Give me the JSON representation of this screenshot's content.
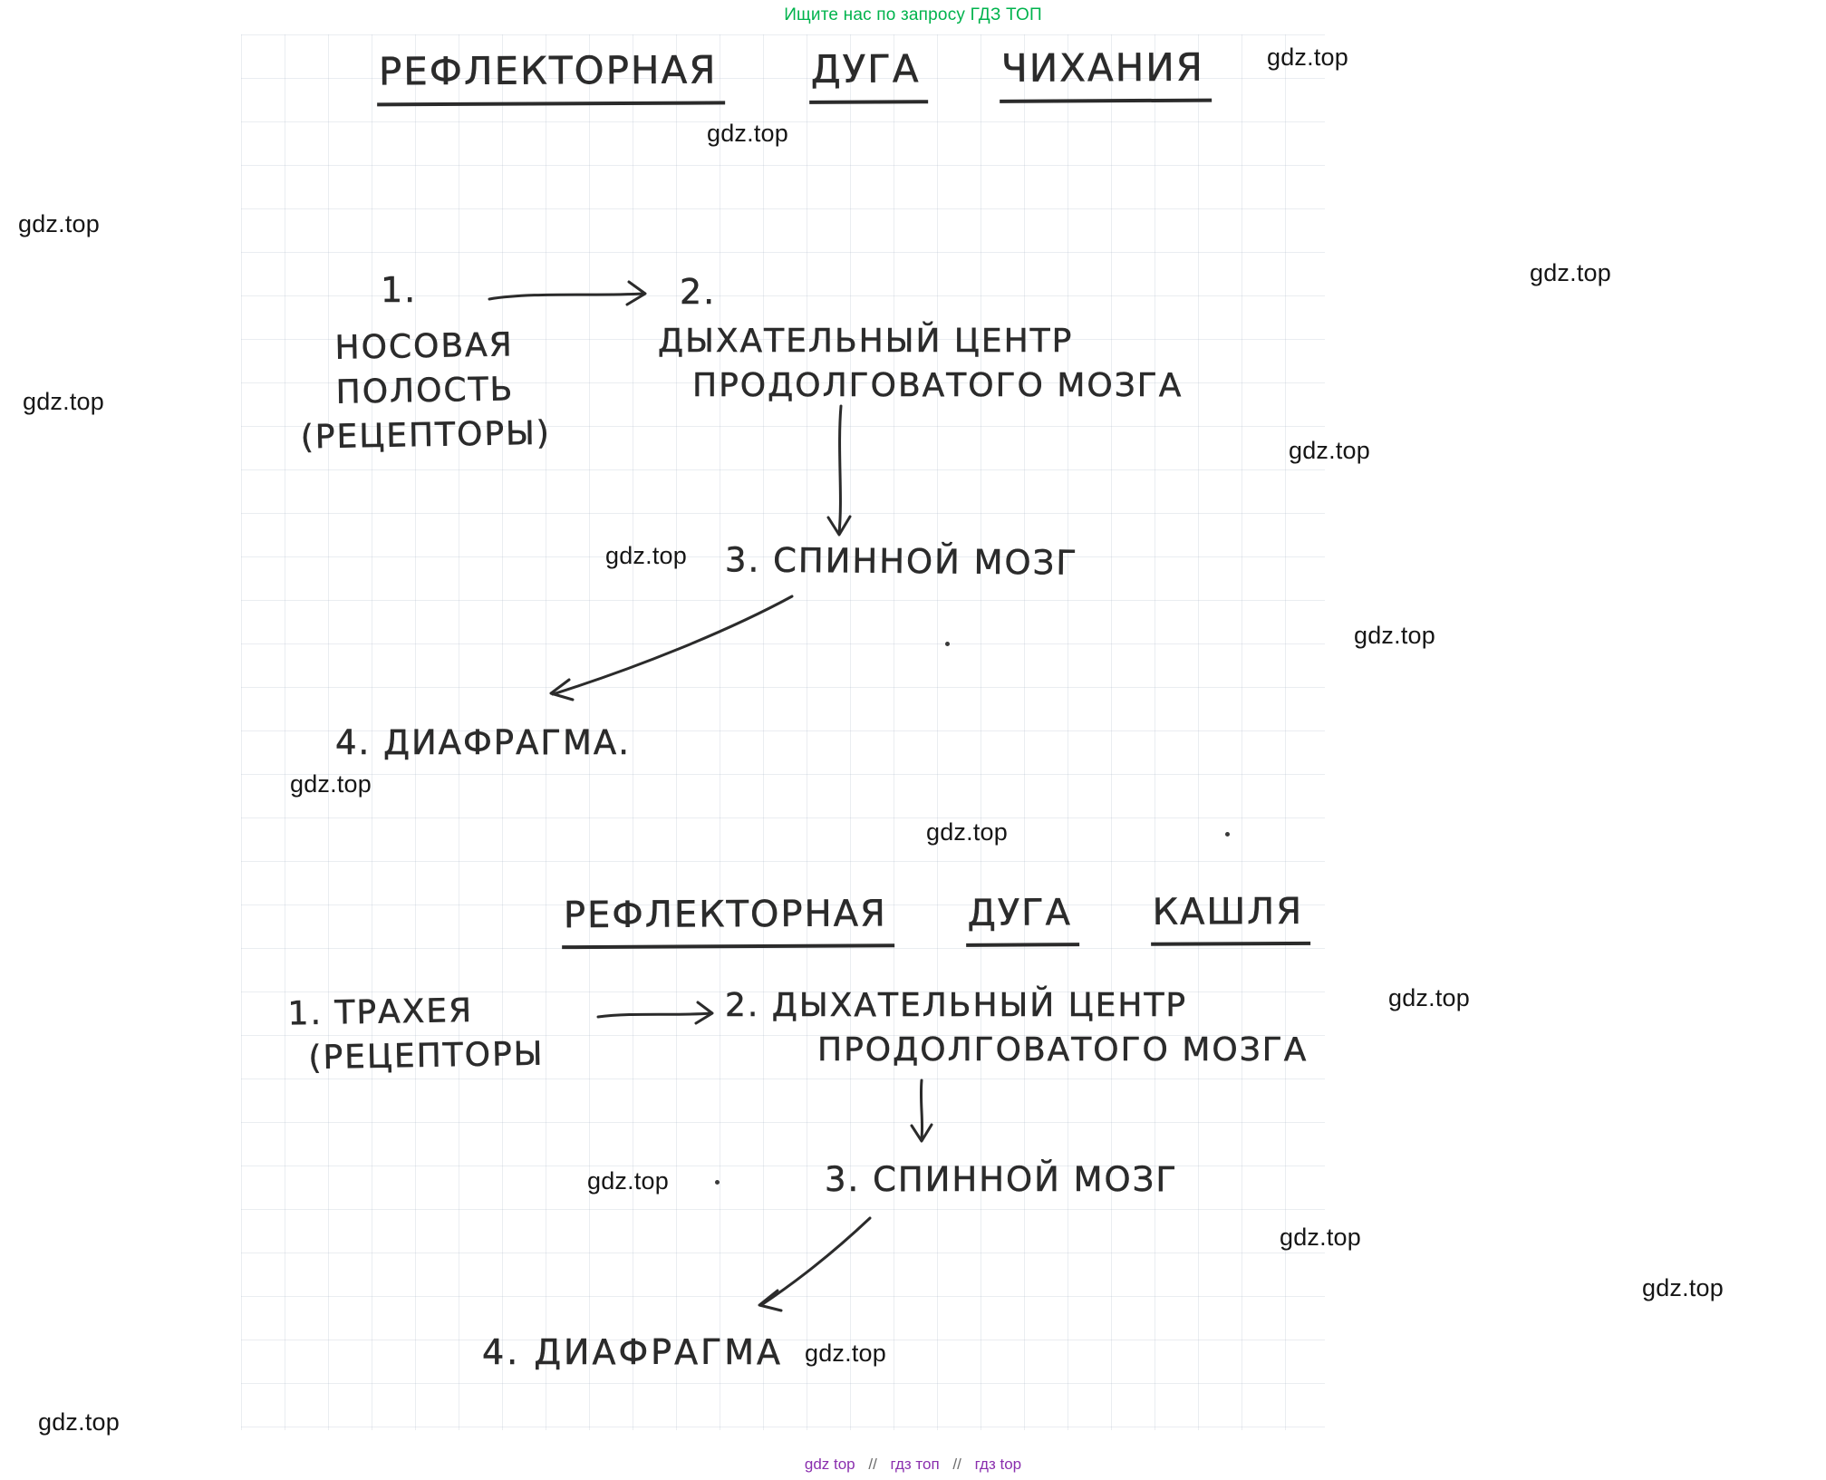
{
  "page": {
    "top_banner": "Ищите нас по запросу ГДЗ ТОП",
    "watermark": "gdz.top",
    "footer": {
      "part1": "gdz top",
      "part2": "гдз топ",
      "part3": "гдз top",
      "separator": "//"
    },
    "colors": {
      "banner_green": "#00b34d",
      "footer_purple": "#8a2fae",
      "ink": "#2b2b2b",
      "grid_line": "#bac3d1"
    }
  },
  "diagram_sneeze": {
    "title": {
      "word1": "РЕФЛЕКТОРНАЯ",
      "word2": "ДУГА",
      "word3": "ЧИХАНИЯ"
    },
    "step1": {
      "number": "1.",
      "line1": "НОСОВАЯ",
      "line2": "ПОЛОСТЬ",
      "line3": "(РЕЦЕПТОРЫ)"
    },
    "step2": {
      "number": "2.",
      "line1": "ДЫХАТЕЛЬНЫЙ ЦЕНТР",
      "line2": "ПРОДОЛГОВАТОГО МОЗГА"
    },
    "step3": "3. СПИННОЙ МОЗГ",
    "step4": "4. ДИАФРАГМА."
  },
  "diagram_cough": {
    "title": {
      "word1": "РЕФЛЕКТОРНАЯ",
      "word2": "ДУГА",
      "word3": "КАШЛЯ"
    },
    "step1": {
      "line1": "1. ТРАХЕЯ",
      "line2": "(РЕЦЕПТОРЫ"
    },
    "step2": {
      "line1": "2. ДЫХАТЕЛЬНЫЙ ЦЕНТР",
      "line2": "ПРОДОЛГОВАТОГО МОЗГА"
    },
    "step3": "3. СПИННОЙ МОЗГ",
    "step4": "4. ДИАФРАГМА"
  }
}
